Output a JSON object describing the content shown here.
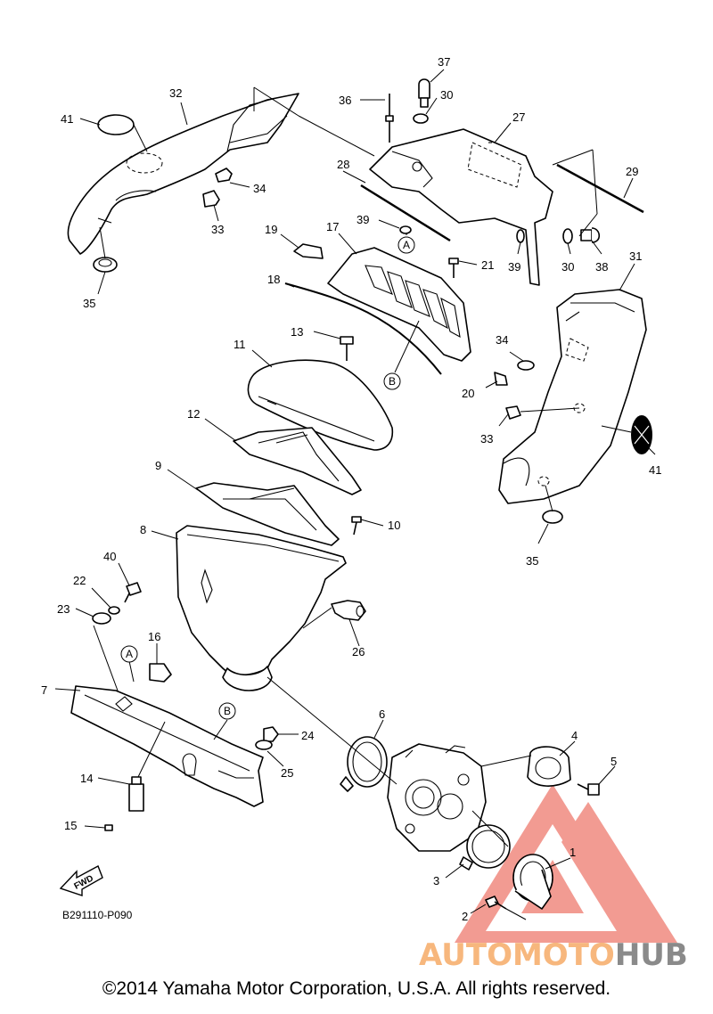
{
  "diagram_code": "B291110-P090",
  "fwd_label": "FWD",
  "copyright": "©2014 Yamaha Motor Corporation, U.S.A. All rights reserved.",
  "watermark": {
    "part1": "AUTOMOTO",
    "part2": "HUB",
    "color_logo": "#f08a80",
    "color_text": "#f7b77d",
    "color_hub": "#8a8a8a"
  },
  "callouts": {
    "c1": "1",
    "c2": "2",
    "c3": "3",
    "c4": "4",
    "c5": "5",
    "c6": "6",
    "c7": "7",
    "c8": "8",
    "c9": "9",
    "c10": "10",
    "c11": "11",
    "c12": "12",
    "c13": "13",
    "c14": "14",
    "c15": "15",
    "c16": "16",
    "c17": "17",
    "c18": "18",
    "c19": "19",
    "c20": "20",
    "c21": "21",
    "c22": "22",
    "c23": "23",
    "c24": "24",
    "c25": "25",
    "c26": "26",
    "c27": "27",
    "c28": "28",
    "c29": "29",
    "c30a": "30",
    "c30b": "30",
    "c31": "31",
    "c32": "32",
    "c33a": "33",
    "c33b": "33",
    "c34a": "34",
    "c34b": "34",
    "c35a": "35",
    "c35b": "35",
    "c36": "36",
    "c37": "37",
    "c38": "38",
    "c39a": "39",
    "c39b": "39",
    "c40": "40",
    "c41a": "41",
    "c41b": "41"
  },
  "ref_marks": {
    "a1": "A",
    "a2": "A",
    "b1": "B",
    "b2": "B"
  }
}
